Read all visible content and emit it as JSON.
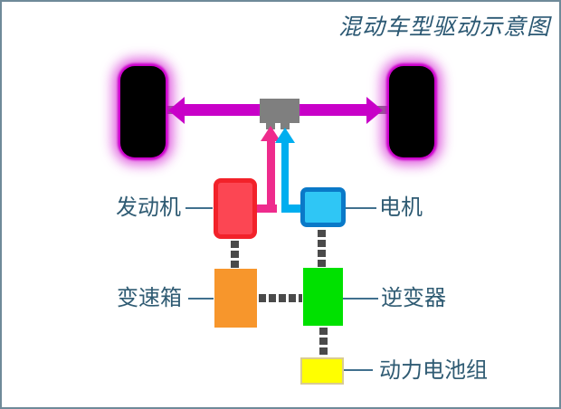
{
  "title": "混动车型驱动示意图",
  "frame": {
    "border_color": "#6f8a99",
    "background": "#ffffff"
  },
  "wheels": {
    "tire_color": "#000000",
    "glow_color": "#cc00cc"
  },
  "axle": {
    "color": "#7f7f7f"
  },
  "differential": {
    "color": "#7f7f7f"
  },
  "arrows": {
    "wheel_drive_color": "#c800c8",
    "engine_drive_color": "#ee2b8c",
    "motor_drive_color": "#00aeef"
  },
  "links": {
    "dot_color": "#4a4a4a",
    "label_line_color": "#41708e"
  },
  "label_text_color": "#2f5b73",
  "nodes": {
    "engine": {
      "label": "发动机",
      "fill": "#fc4653",
      "border": "#f2222a"
    },
    "motor": {
      "label": "电机",
      "fill": "#2fc6f5",
      "border": "#0a79c8"
    },
    "gearbox": {
      "label": "变速箱",
      "fill": "#f7962c"
    },
    "inverter": {
      "label": "逆变器",
      "fill": "#00e100"
    },
    "battery": {
      "label": "动力电池组",
      "fill": "#ffff00",
      "border": "#d9cc92"
    }
  }
}
